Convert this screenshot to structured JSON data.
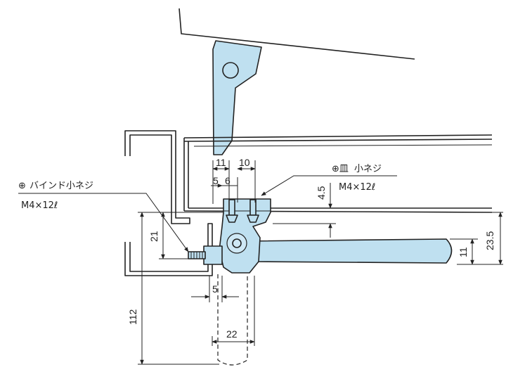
{
  "callouts": {
    "left": {
      "symbol": "⊕",
      "name": "バインド小ネジ",
      "spec": "M4×12ℓ"
    },
    "right": {
      "symbol": "⊕皿",
      "name": "小ネジ",
      "spec": "M4×12ℓ"
    }
  },
  "dimensions": {
    "d11_top": "11",
    "d10_top": "10",
    "d5_top": "5",
    "d6_top": "6",
    "d4_5": "4.5",
    "d23_5": "23.5",
    "d11_right": "11",
    "d21": "21",
    "d112": "112",
    "d5_bottom": "5",
    "d22": "22"
  },
  "colors": {
    "part_fill": "#bfe0f0",
    "line": "#222222"
  }
}
